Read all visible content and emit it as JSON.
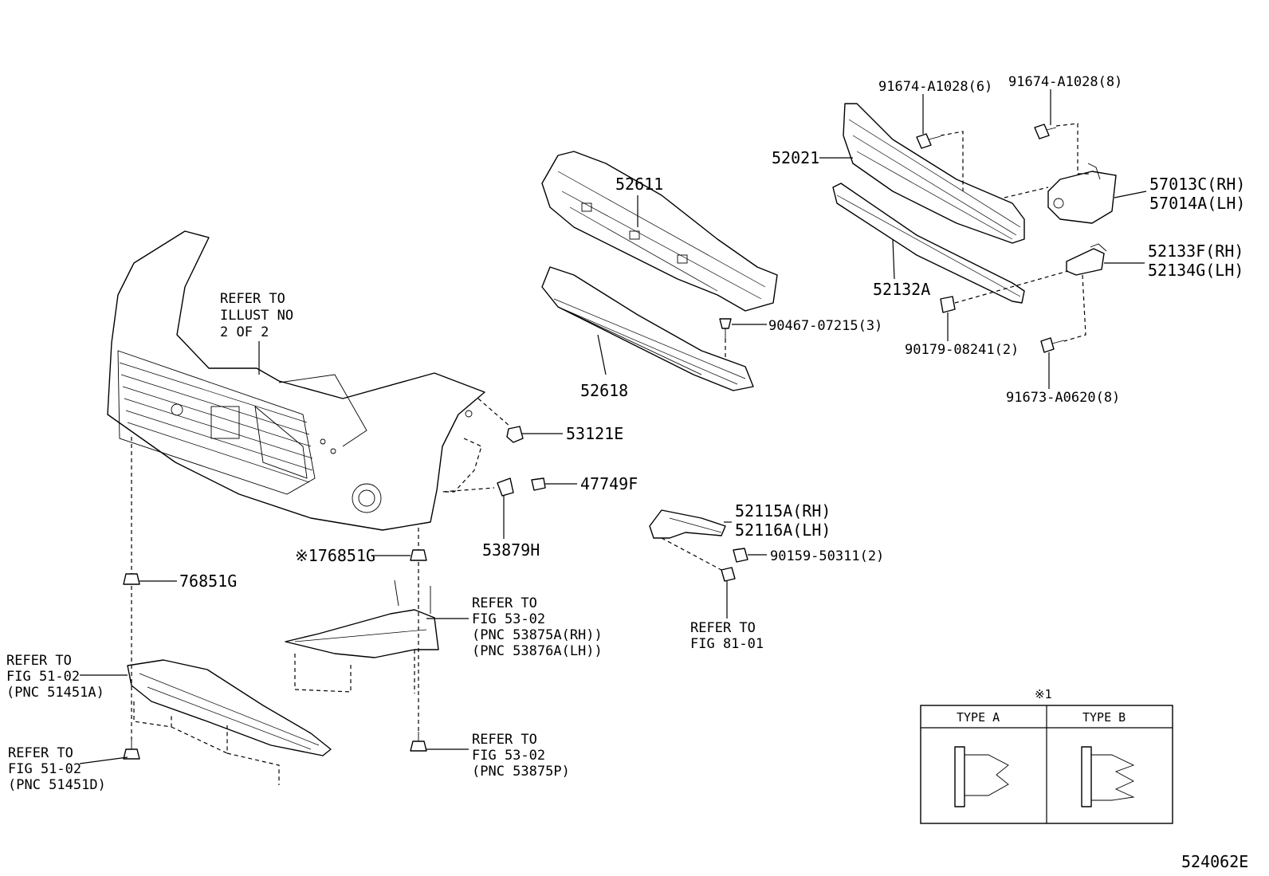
{
  "callouts": {
    "refer_illust": [
      "REFER TO",
      "ILLUST NO",
      "2 OF 2"
    ],
    "p52611": "52611",
    "p52618": "52618",
    "p90467": "90467-07215(3)",
    "p52021": "52021",
    "p91674_6": "91674-A1028(6)",
    "p91674_8": "91674-A1028(8)",
    "p57013": "57013C(RH)",
    "p57014": "57014A(LH)",
    "p52133": "52133F(RH)",
    "p52134": "52134G(LH)",
    "p52132": "52132A",
    "p90179": "90179-08241(2)",
    "p91673": "91673-A0620(8)",
    "p53121": "53121E",
    "p47749": "47749F",
    "p53879": "53879H",
    "p52115": "52115A(RH)",
    "p52116": "52116A(LH)",
    "p90159": "90159-50311(2)",
    "refer_81": [
      "REFER TO",
      "FIG 81-01"
    ],
    "p76851_star": "※176851G",
    "p76851": "76851G",
    "refer_53_a": [
      "REFER TO",
      "FIG 53-02",
      "(PNC 53875A(RH))",
      "(PNC 53876A(LH))"
    ],
    "refer_51_a": [
      "REFER TO",
      "FIG 51-02",
      "(PNC 51451A)"
    ],
    "refer_51_d": [
      "REFER TO",
      "FIG 51-02",
      "(PNC 51451D)"
    ],
    "refer_53_p": [
      "REFER TO",
      "FIG 53-02",
      "(PNC 53875P)"
    ]
  },
  "type_table": {
    "marker": "※1",
    "col_a": "TYPE A",
    "col_b": "TYPE B"
  },
  "figure_code": "524062E"
}
